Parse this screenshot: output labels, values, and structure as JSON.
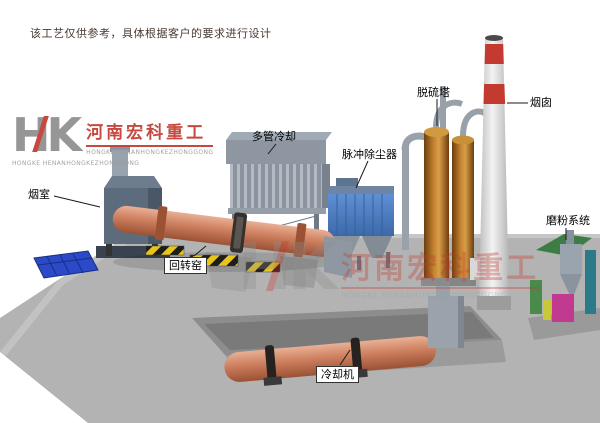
{
  "disclaimer": "该工艺仅供参考，具体根据客户的要求进行设计",
  "watermark": {
    "monogram": "HK",
    "brand_cn": "河南宏科重工",
    "brand_en": "HONGKE HENANHONGKEZHONGGONG"
  },
  "labels": {
    "smoke_chamber": "烟室",
    "rotary_kiln": "回转窑",
    "multi_tube_cooler": "多管冷却",
    "pulse_dust_collector": "脉冲除尘器",
    "desulfurization_tower": "脱硫塔",
    "chimney": "烟囱",
    "grinding_system": "磨粉系统",
    "cooling_machine": "冷却机"
  },
  "colors": {
    "brand_red": "#c23a30",
    "kiln_salmon": "#cd7f5e",
    "collector_blue": "#4a7fc0",
    "tower_orange": "#c58430",
    "chimney_band_red": "#c23a30",
    "ground_gray": "#b3b3b3",
    "hazard_yellow": "#e8c51c",
    "pallet_blue": "#2b49c9"
  }
}
